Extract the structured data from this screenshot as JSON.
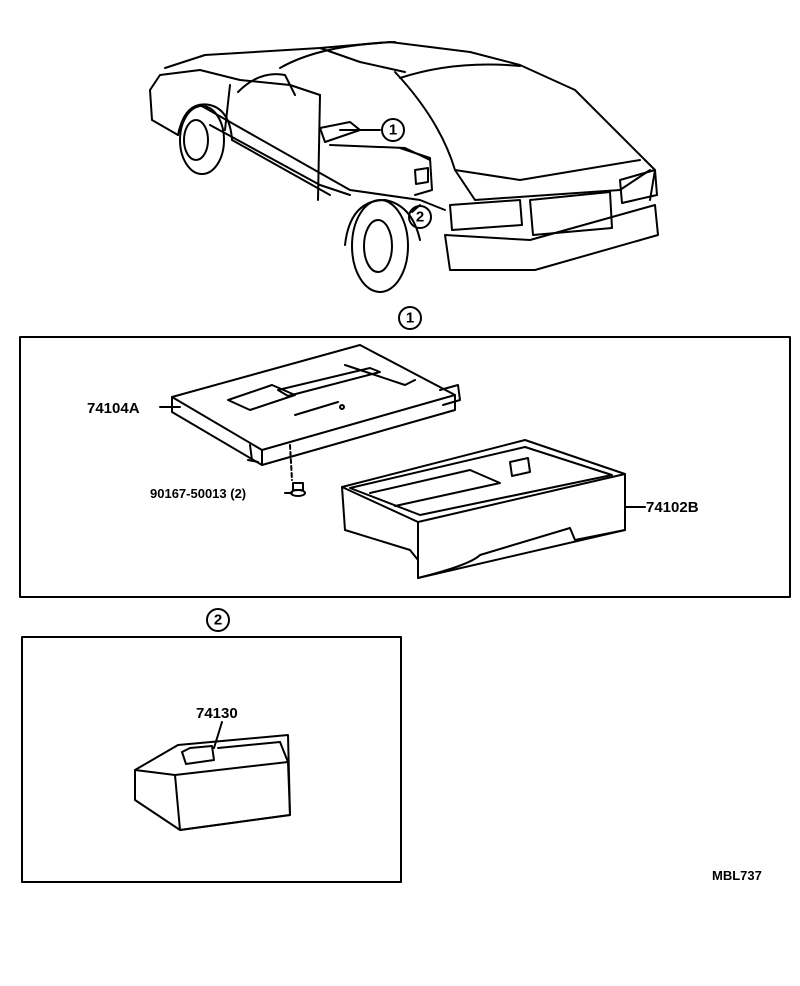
{
  "callouts": {
    "one": "1",
    "two": "2"
  },
  "panel1": {
    "title_number": "1",
    "parts": {
      "bracket": "74104A",
      "screw": "90167-50013 (2)",
      "ashtray_box": "74102B"
    }
  },
  "panel2": {
    "title_number": "2",
    "parts": {
      "ashtray": "74130"
    }
  },
  "figure_code": "MBL737"
}
